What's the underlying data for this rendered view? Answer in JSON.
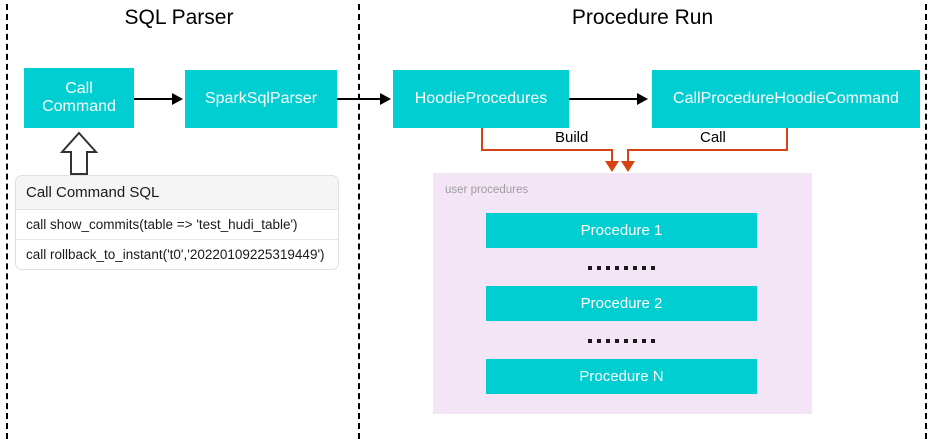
{
  "sections": {
    "left_title": "SQL Parser",
    "right_title": "Procedure Run"
  },
  "nodes": {
    "call_command": "Call\nCommand",
    "call_command_line1": "Call",
    "call_command_line2": "Command",
    "spark_sql_parser": "SparkSqlParser",
    "hoodie_procedures": "HoodieProcedures",
    "call_procedure_hoodie_command": "CallProcedureHoodieCommand"
  },
  "edge_labels": {
    "build": "Build",
    "call": "Call"
  },
  "sql_table": {
    "header": "Call Command SQL",
    "rows": [
      "call show_commits(table => 'test_hudi_table')",
      "call rollback_to_instant('t0','20220109225319449')"
    ]
  },
  "procedures_panel": {
    "label": "user procedures",
    "items": [
      "Procedure 1",
      "Procedure 2",
      "Procedure N"
    ],
    "ellipsis_dot_count": 8
  },
  "colors": {
    "node_teal": "#00ced1",
    "panel_lavender": "#f3e5f5",
    "connector_orange": "#d84315",
    "arrow_black": "#000000",
    "panel_label_gray": "#9e9e9e"
  }
}
